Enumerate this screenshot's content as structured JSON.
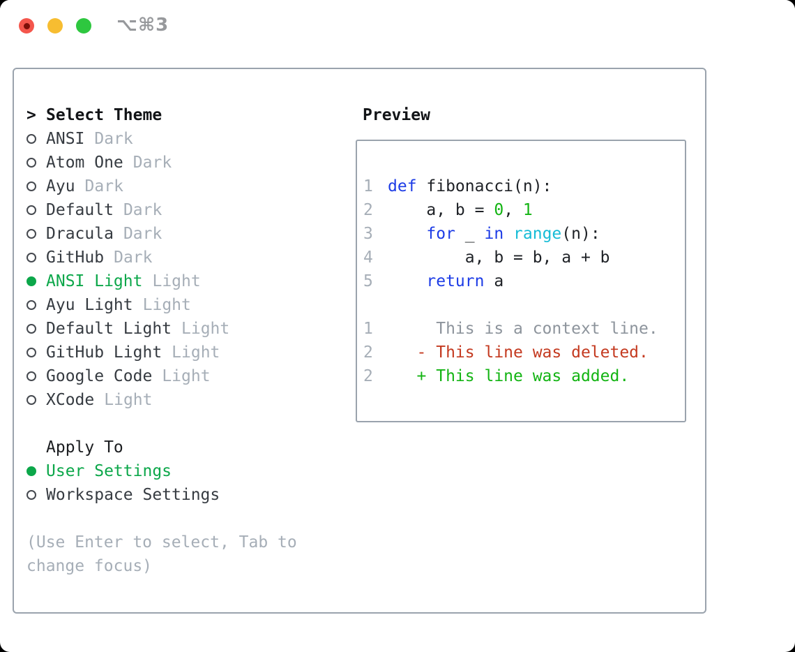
{
  "window": {
    "title": "⌥⌘3"
  },
  "titlebar": {
    "buttons": [
      {
        "name": "close",
        "color": "#f4564c",
        "has_dot": true
      },
      {
        "name": "minimize",
        "color": "#f7bd31",
        "has_dot": false
      },
      {
        "name": "zoom",
        "color": "#2ec73f",
        "has_dot": false
      }
    ]
  },
  "colors": {
    "accent_green": "#0ca74a",
    "keyword_blue": "#1d3ce6",
    "builtin_cyan": "#16bcd6",
    "number_green": "#13b413",
    "added_green": "#13b413",
    "deleted_red": "#c43a20",
    "muted_gray": "#a6aeb7",
    "border_gray": "#9aa3ad"
  },
  "theme_list": {
    "marker": ">",
    "header": "Select Theme",
    "items": [
      {
        "name": "ANSI",
        "variant": "Dark",
        "selected": false
      },
      {
        "name": "Atom One",
        "variant": "Dark",
        "selected": false
      },
      {
        "name": "Ayu",
        "variant": "Dark",
        "selected": false
      },
      {
        "name": "Default",
        "variant": "Dark",
        "selected": false
      },
      {
        "name": "Dracula",
        "variant": "Dark",
        "selected": false
      },
      {
        "name": "GitHub",
        "variant": "Dark",
        "selected": false
      },
      {
        "name": "ANSI Light",
        "variant": "Light",
        "selected": true
      },
      {
        "name": "Ayu Light",
        "variant": "Light",
        "selected": false
      },
      {
        "name": "Default Light",
        "variant": "Light",
        "selected": false
      },
      {
        "name": "GitHub Light",
        "variant": "Light",
        "selected": false
      },
      {
        "name": "Google Code",
        "variant": "Light",
        "selected": false
      },
      {
        "name": "XCode",
        "variant": "Light",
        "selected": false
      }
    ]
  },
  "apply_to": {
    "header": "Apply To",
    "options": [
      {
        "label": "User Settings",
        "selected": true
      },
      {
        "label": "Workspace Settings",
        "selected": false
      }
    ]
  },
  "footer_hint": "(Use Enter to select, Tab to change focus)",
  "preview": {
    "header": "Preview",
    "lines": [
      {
        "num": "1",
        "segments": [
          {
            "t": "def",
            "c": "kw"
          },
          {
            "t": " fibonacci(n):",
            "c": "fg"
          }
        ]
      },
      {
        "num": "2",
        "segments": [
          {
            "t": "    a, b = ",
            "c": "fg"
          },
          {
            "t": "0",
            "c": "num"
          },
          {
            "t": ", ",
            "c": "fg"
          },
          {
            "t": "1",
            "c": "num"
          }
        ]
      },
      {
        "num": "3",
        "segments": [
          {
            "t": "    ",
            "c": "fg"
          },
          {
            "t": "for",
            "c": "kw"
          },
          {
            "t": " _ ",
            "c": "fg"
          },
          {
            "t": "in",
            "c": "kw"
          },
          {
            "t": " ",
            "c": "fg"
          },
          {
            "t": "range",
            "c": "fn"
          },
          {
            "t": "(n):",
            "c": "fg"
          }
        ]
      },
      {
        "num": "4",
        "segments": [
          {
            "t": "        a, b = b, a + b",
            "c": "fg"
          }
        ]
      },
      {
        "num": "5",
        "segments": [
          {
            "t": "    ",
            "c": "fg"
          },
          {
            "t": "return",
            "c": "kw"
          },
          {
            "t": " a",
            "c": "fg"
          }
        ]
      },
      {
        "num": "",
        "segments": []
      },
      {
        "num": "1",
        "segments": [
          {
            "t": "     This is a context line.",
            "c": "ctx"
          }
        ]
      },
      {
        "num": "2",
        "segments": [
          {
            "t": "   - This line was deleted.",
            "c": "del"
          }
        ]
      },
      {
        "num": "2",
        "segments": [
          {
            "t": "   + This line was added.",
            "c": "add"
          }
        ]
      }
    ]
  }
}
